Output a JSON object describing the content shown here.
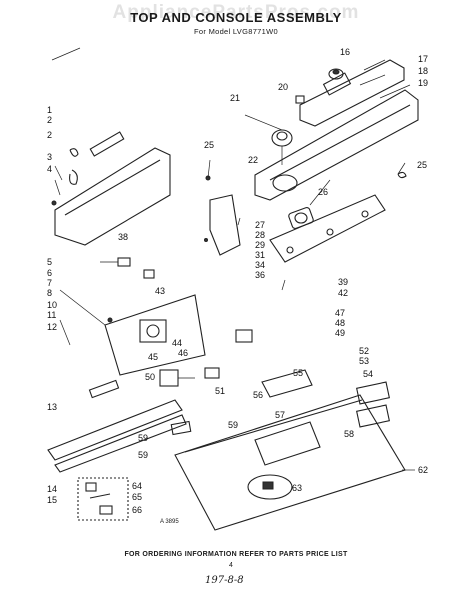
{
  "header": {
    "title": "TOP AND CONSOLE ASSEMBLY",
    "subtitle": "For Model LVG8771W0",
    "watermark": "AppliancePartsPros.com"
  },
  "footer": {
    "note": "FOR ORDERING INFORMATION REFER TO PARTS PRICE LIST",
    "page_number": "4",
    "handwritten": "197-8-8",
    "drawing_code": "A 3895"
  },
  "part_labels": [
    "1",
    "2",
    "2",
    "3",
    "4",
    "5",
    "6",
    "7",
    "8",
    "10",
    "11",
    "12",
    "13",
    "14",
    "15",
    "16",
    "17",
    "18",
    "19",
    "20",
    "21",
    "22",
    "25",
    "25",
    "26",
    "27",
    "28",
    "29",
    "31",
    "34",
    "36",
    "38",
    "39",
    "42",
    "43",
    "44",
    "45",
    "46",
    "47",
    "48",
    "49",
    "50",
    "51",
    "52",
    "53",
    "54",
    "55",
    "56",
    "57",
    "58",
    "59",
    "59",
    "59",
    "62",
    "63",
    "64",
    "65",
    "66"
  ]
}
